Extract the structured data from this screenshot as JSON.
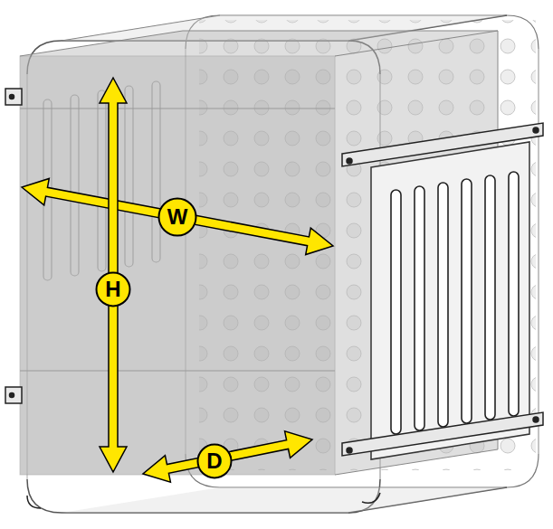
{
  "diagram": {
    "nodes": [
      {
        "text": [
          "W"
        ]
      },
      {
        "text": [
          "H"
        ]
      },
      {
        "text": [
          "D"
        ]
      }
    ]
  }
}
